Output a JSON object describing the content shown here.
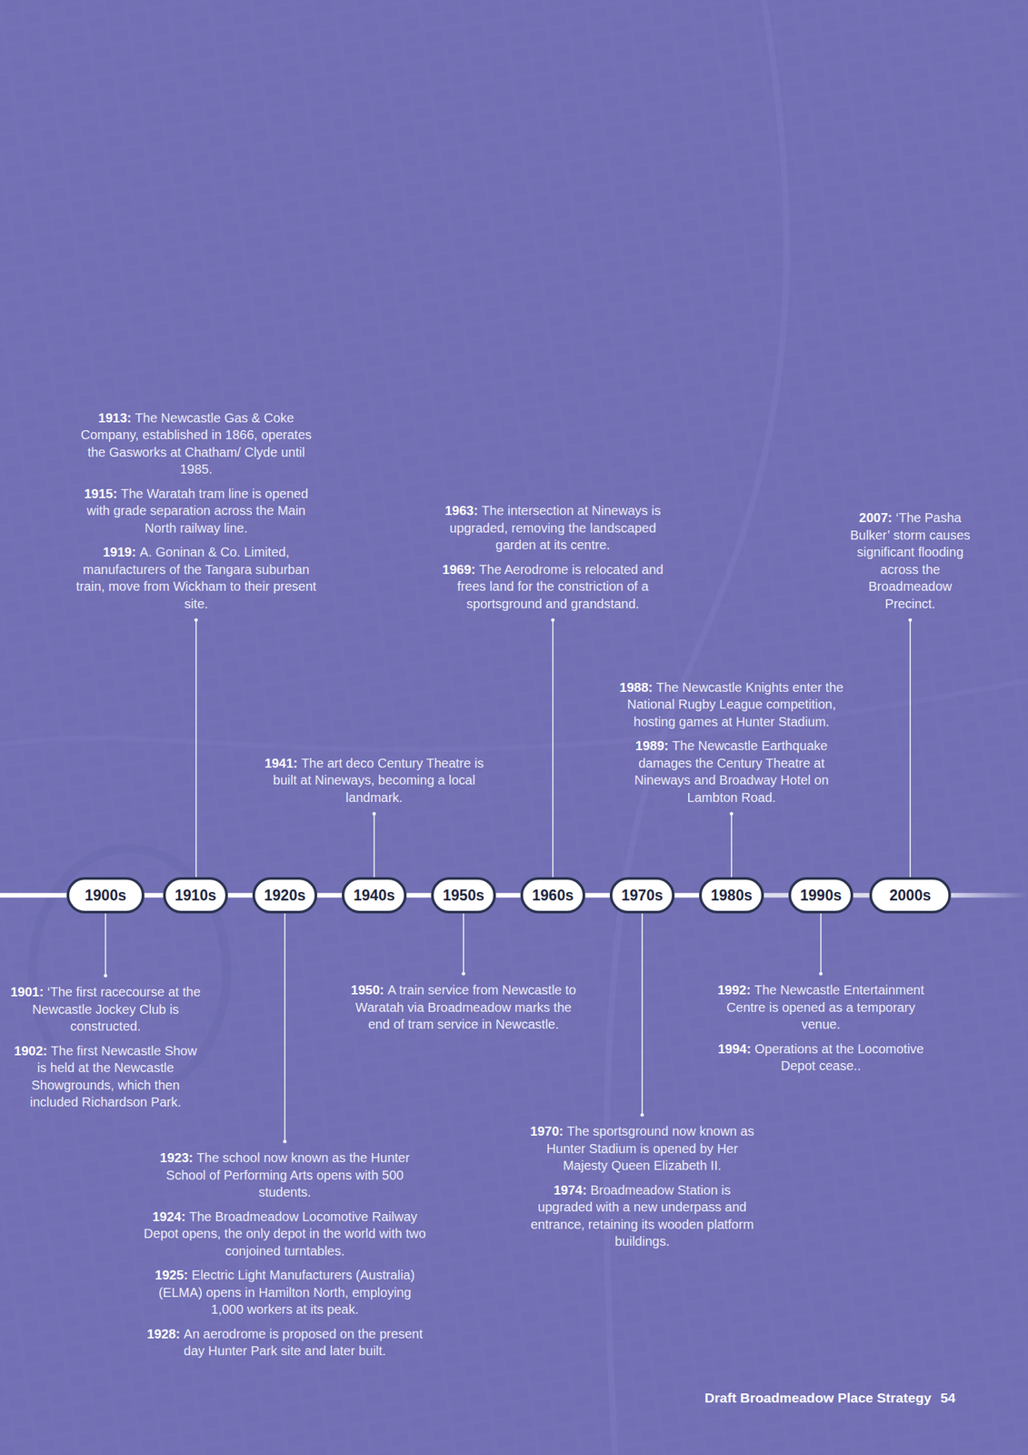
{
  "diagram": {
    "nodes": [
      {
        "text": [
          "1900s"
        ]
      },
      {
        "text": [
          "1910s"
        ]
      },
      {
        "text": [
          "1920s"
        ]
      },
      {
        "text": [
          "1940s"
        ]
      },
      {
        "text": [
          "1950s"
        ]
      },
      {
        "text": [
          "1960s"
        ]
      },
      {
        "text": [
          "1970s"
        ]
      },
      {
        "text": [
          "1980s"
        ]
      },
      {
        "text": [
          "1990s"
        ]
      },
      {
        "text": [
          "2000s"
        ]
      }
    ],
    "edges": [
      {
        "from": 0,
        "to": 1,
        "arrow": "none"
      },
      {
        "from": 1,
        "to": 2,
        "arrow": "none"
      },
      {
        "from": 2,
        "to": 3,
        "arrow": "none"
      },
      {
        "from": 3,
        "to": 4,
        "arrow": "none"
      },
      {
        "from": 4,
        "to": 5,
        "arrow": "none"
      },
      {
        "from": 5,
        "to": 6,
        "arrow": "none"
      },
      {
        "from": 6,
        "to": 7,
        "arrow": "none"
      },
      {
        "from": 7,
        "to": 8,
        "arrow": "none"
      },
      {
        "from": 8,
        "to": 9,
        "arrow": "none"
      }
    ],
    "labels": [
      "1901:",
      "‘The first racecourse at the Newcastle Jockey Club is constructed.",
      "1902:",
      "The first Newcastle Show is held at the Newcastle Showgrounds, which then included Richardson Park.",
      "1913:",
      "The Newcastle Gas & Coke Company, established in 1866, operates the Gasworks at Chatham/ Clyde until 1985.",
      "1915:",
      "The Waratah tram line is opened with grade separation across the Main North railway line.",
      "1919:",
      "A. Goninan & Co. Limited, manufacturers of the Tangara suburban train, move from Wickham to their present site.",
      "1923:",
      "The school now known as the Hunter School of Performing Arts opens with 500 students.",
      "1924:",
      "The Broadmeadow Locomotive Railway Depot opens, the only depot in the world with two conjoined turntables.",
      "1925:",
      "Electric Light Manufacturers (Australia) (ELMA) opens in Hamilton North, employing 1,000 workers at its peak.",
      "1928:",
      "An aerodrome is proposed on the present day Hunter Park site and later built.",
      "1941:",
      "The art deco Century Theatre is built at Nineways, becoming a local landmark.",
      "1950:",
      "A train service from Newcastle to Waratah via Broadmeadow marks the end of tram service in Newcastle.",
      "1963:",
      "The intersection at Nineways is upgraded, removing the landscaped garden at its centre.",
      "1969:",
      "The Aerodrome is relocated and frees land for the constriction of a sportsground and grandstand.",
      "1970:",
      "The sportsground now known as Hunter Stadium is opened by Her Majesty Queen Elizabeth II.",
      "1974:",
      "Broadmeadow Station is upgraded with a new underpass and entrance, retaining its wooden platform buildings.",
      "1988:",
      "The Newcastle Knights enter the National Rugby League competition, hosting games at Hunter Stadium.",
      "1989:",
      "The Newcastle Earthquake damages the Century Theatre at Nineways and Broadway Hotel on Lambton Road.",
      "1992:",
      "The Newcastle Entertainment Centre is opened as a temporary venue.",
      "1994:",
      "Operations at the Locomotive Depot cease..",
      "2007:",
      "‘The Pasha Bulker’ storm causes significant flooding across the Broadmeadow Precinct.",
      "Draft Broadmeadow Place Strategy",
      "54"
    ]
  }
}
